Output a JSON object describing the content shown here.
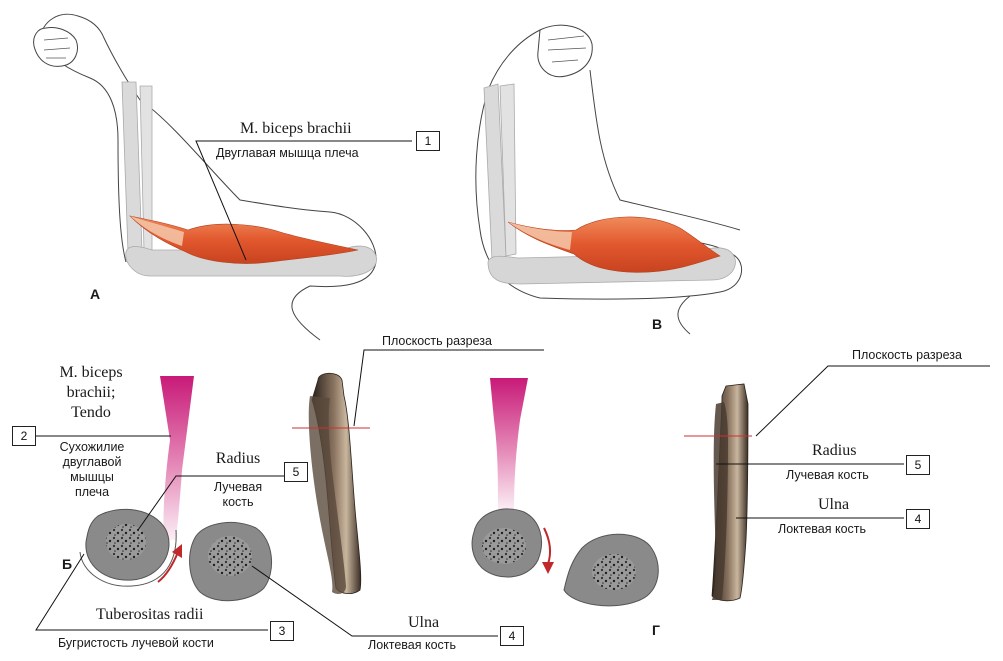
{
  "panels": {
    "a": "А",
    "b": "Б",
    "v": "В",
    "g": "Г"
  },
  "labels": {
    "biceps_latin": "M. biceps brachii",
    "biceps_ru": "Двуглавая мышца плеча",
    "tendon_latin_1": "M. biceps",
    "tendon_latin_2": "brachii;",
    "tendon_latin_3": "Tendo",
    "tendon_ru_1": "Сухожилие",
    "tendon_ru_2": "двуглавой",
    "tendon_ru_3": "мышцы",
    "tendon_ru_4": "плеча",
    "radius_latin": "Radius",
    "radius_ru_1": "Лучевая",
    "radius_ru_2": "кость",
    "radius_ru_full": "Лучевая кость",
    "tuberositas_latin": "Tuberositas radii",
    "tuberositas_ru": "Бугристость лучевой кости",
    "ulna_latin": "Ulna",
    "ulna_ru": "Локтевая кость",
    "section_plane": "Плоскость разреза"
  },
  "numbers": {
    "n1": "1",
    "n2": "2",
    "n3": "3",
    "n4": "4",
    "n5": "5"
  },
  "colors": {
    "muscle": "#e0603a",
    "tendon_top": "#d0207a",
    "bone": "#d8d8d8",
    "section": "#8a8a8a",
    "arrow": "#c0282a"
  }
}
